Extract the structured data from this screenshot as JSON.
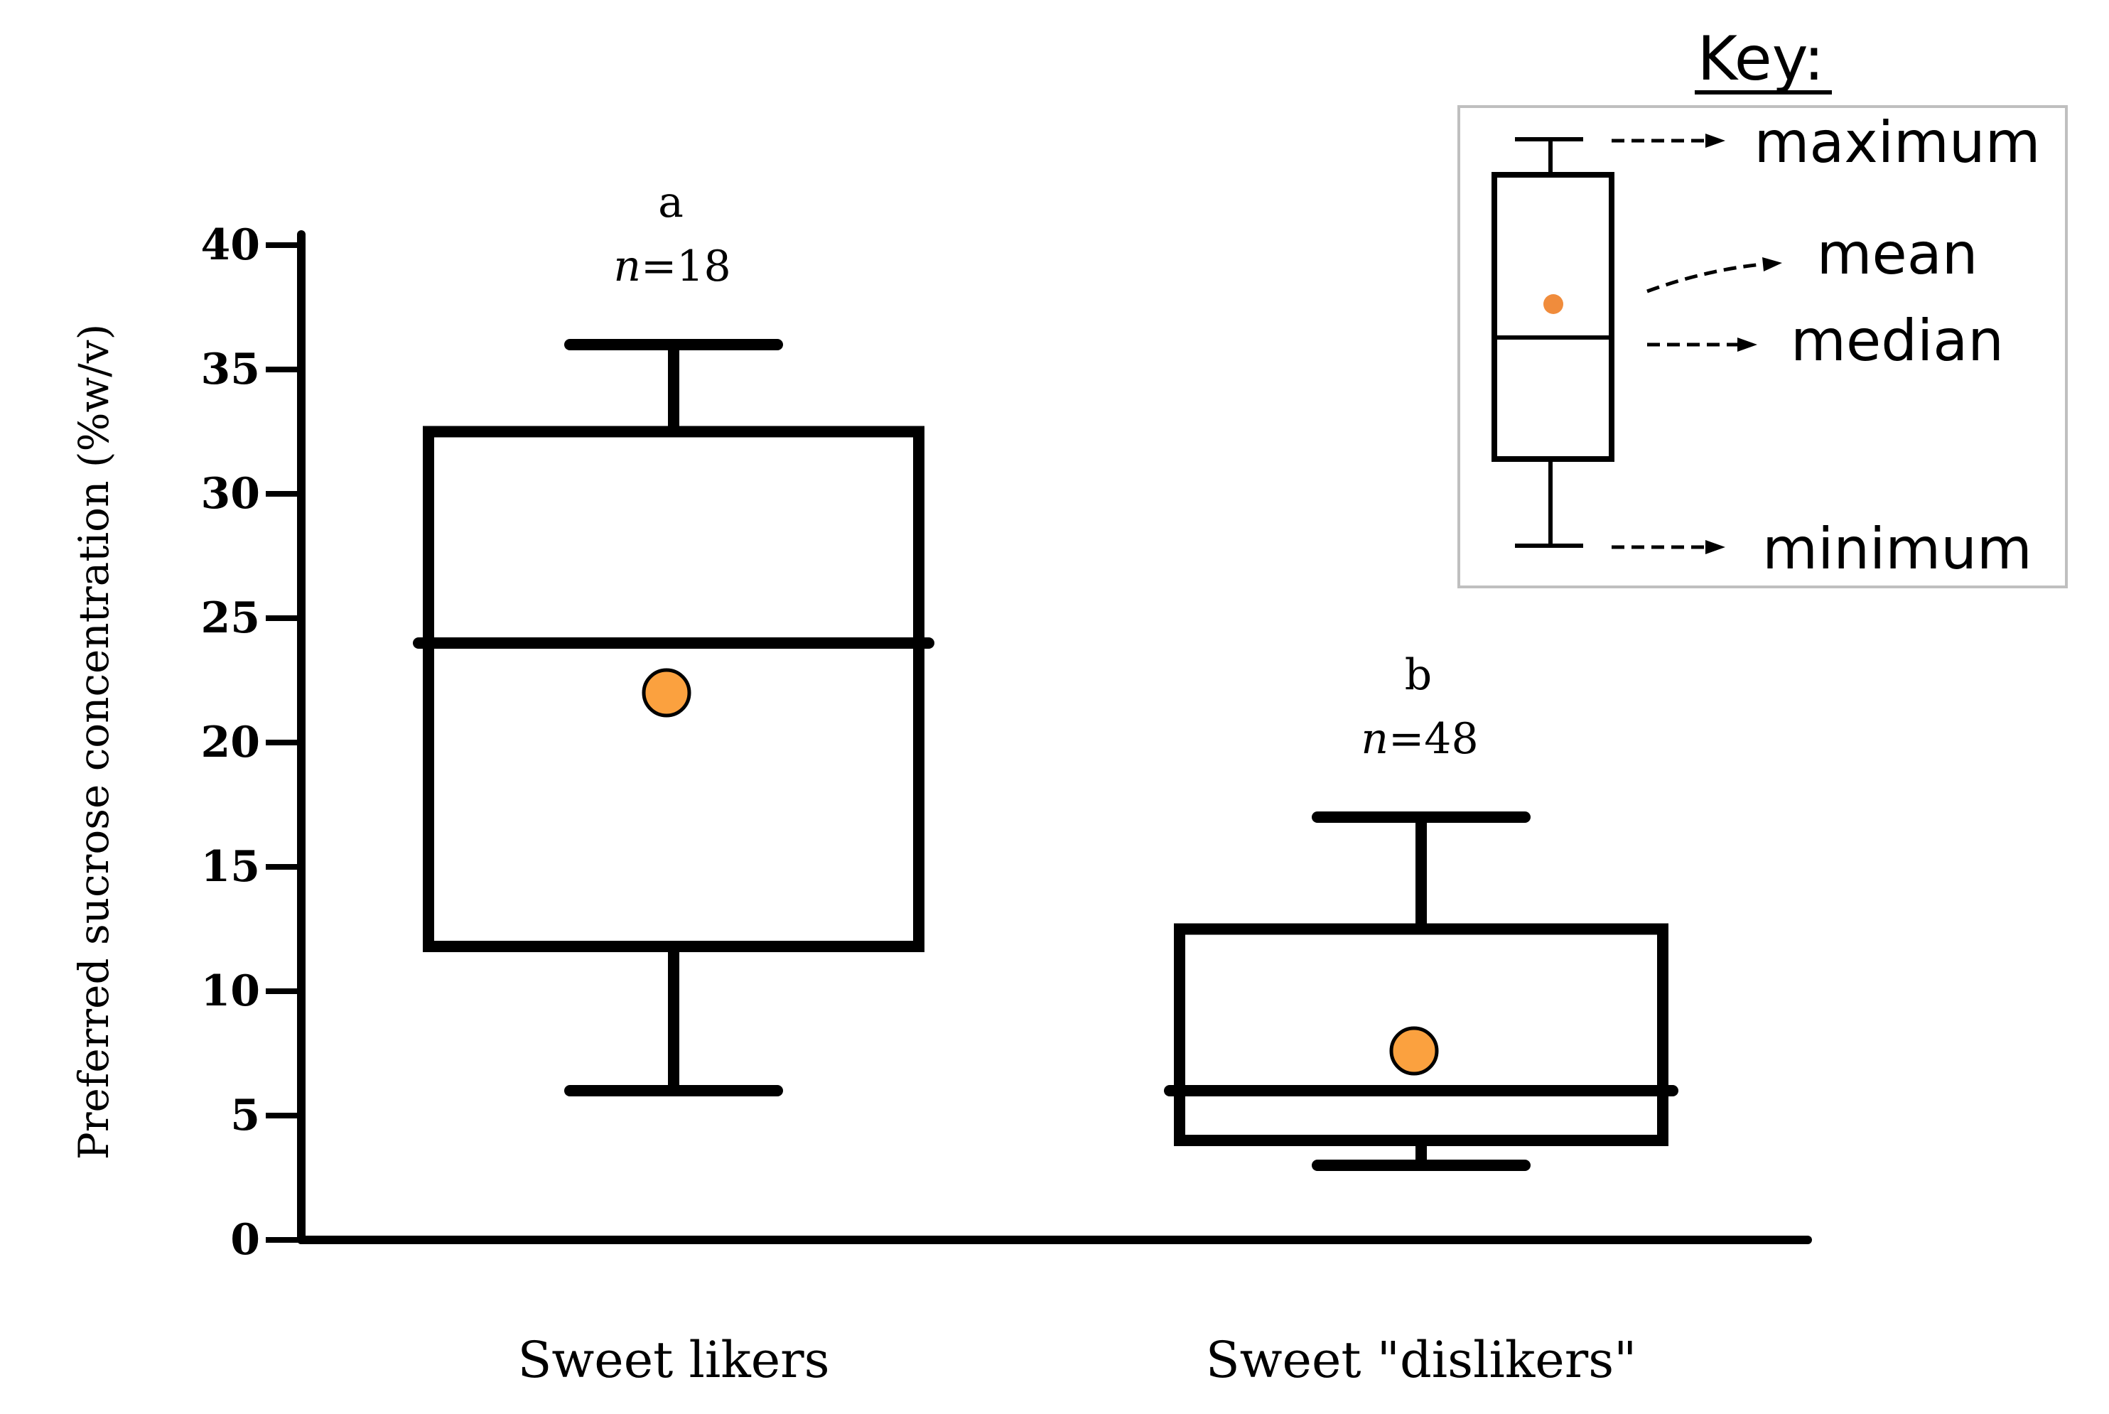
{
  "chart_data": {
    "type": "box",
    "ylabel": "Preferred sucrose concentration (%w/v)",
    "ylim": [
      0,
      40
    ],
    "y_ticks": [
      "0",
      "5",
      "10",
      "15",
      "20",
      "25",
      "30",
      "35",
      "40"
    ],
    "categories": [
      "Sweet likers",
      "Sweet \"dislikers\""
    ],
    "groups": [
      {
        "name": "Sweet likers",
        "letter": "a",
        "n_label": "n",
        "n_value": "=18",
        "min": 6,
        "q1": 11.8,
        "median": 24,
        "q3": 32.5,
        "max": 36,
        "mean": 22
      },
      {
        "name": "Sweet \"dislikers\"",
        "letter": "b",
        "n_label": "n",
        "n_value": "=48",
        "min": 3,
        "q1": 4,
        "median": 6,
        "q3": 12.5,
        "max": 17,
        "mean": 7.6
      }
    ],
    "grid": false,
    "legend": {
      "title": "Key:",
      "position": "top-right",
      "items": [
        "maximum",
        "mean",
        "median",
        "minimum"
      ]
    },
    "colors": {
      "mean_fill": "#FBA13F",
      "key_mean_fill": "#F08C3C",
      "stroke": "#000000"
    }
  }
}
